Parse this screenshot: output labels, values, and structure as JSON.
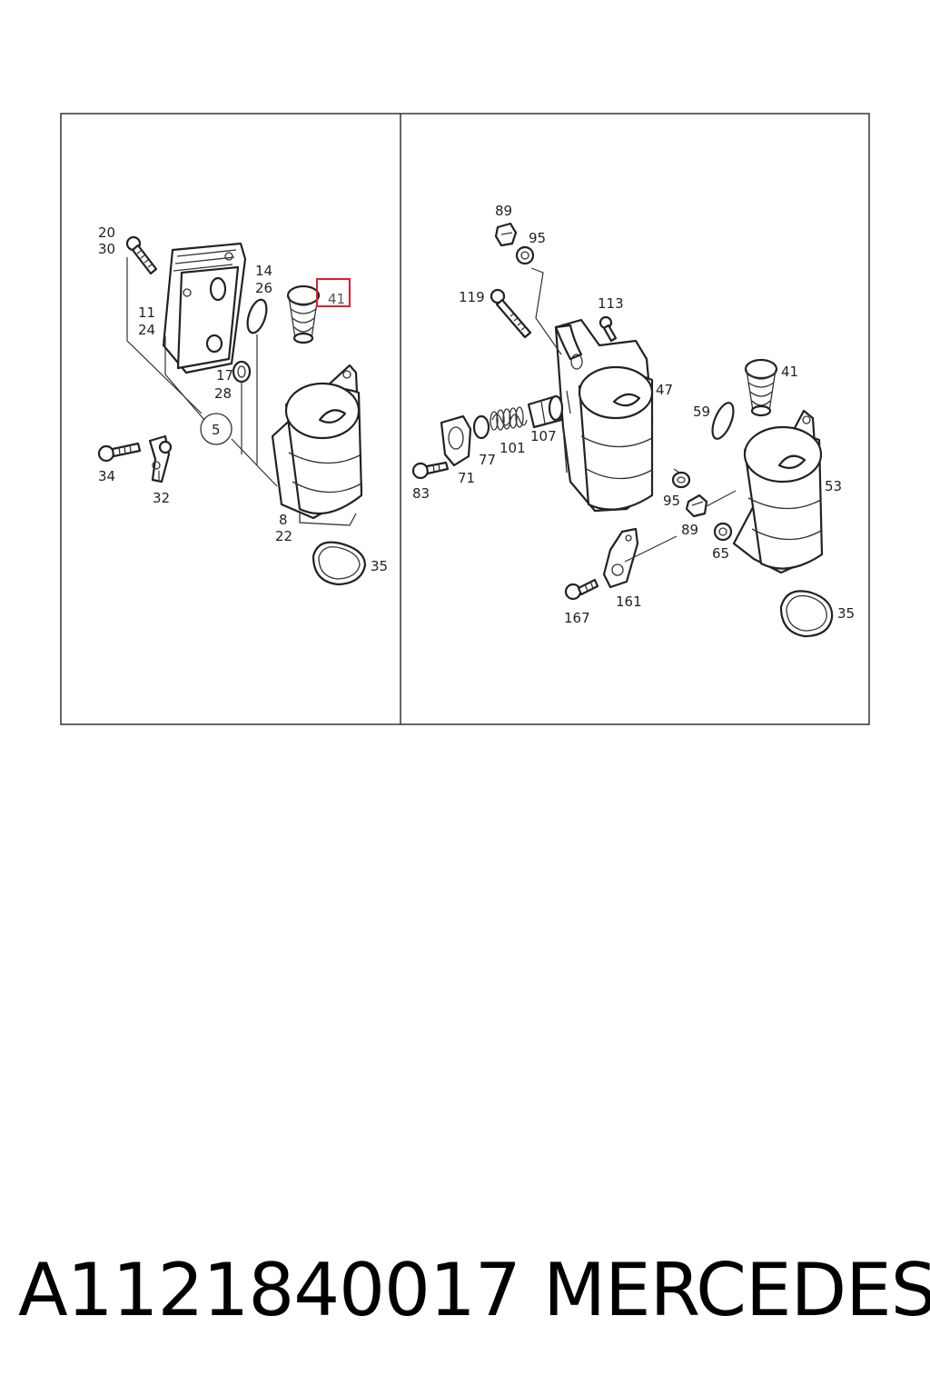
{
  "diagram": {
    "highlight_callout": "41",
    "left_panel": {
      "callouts": [
        "20",
        "30",
        "14",
        "26",
        "41",
        "11",
        "24",
        "17",
        "28",
        "5",
        "34",
        "32",
        "8",
        "22",
        "35"
      ]
    },
    "right_panel": {
      "callouts": [
        "89",
        "95",
        "119",
        "113",
        "41",
        "47",
        "59",
        "77",
        "101",
        "107",
        "71",
        "83",
        "95",
        "53",
        "89",
        "65",
        "161",
        "167",
        "35"
      ]
    },
    "colors": {
      "highlight": "#e0202a",
      "line": "#222222",
      "panel_border": "#333333"
    }
  },
  "footer": {
    "part_number": "A1121840017",
    "brand": "MERCEDES"
  }
}
